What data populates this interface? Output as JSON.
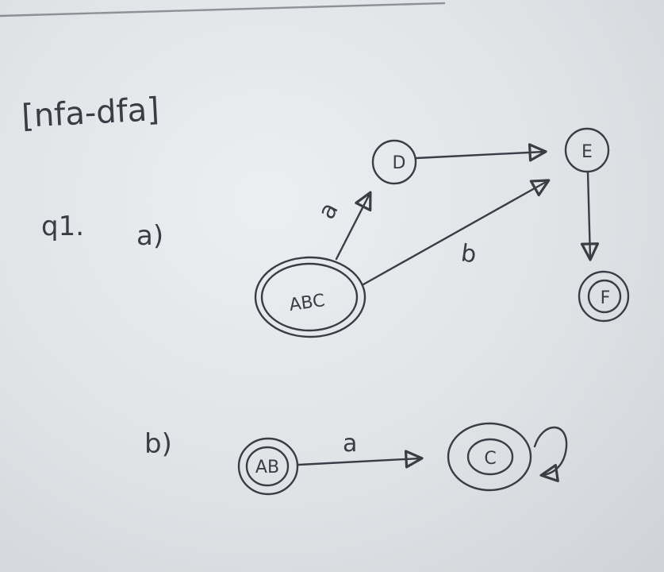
{
  "title": "[nfa-dfa]",
  "question": "q1.",
  "part_a": {
    "label": "a)",
    "states": {
      "ABC": "ABC",
      "D": "D",
      "E": "E",
      "F": "F"
    },
    "edges": {
      "abc_d": "a",
      "abc_e": "b"
    }
  },
  "part_b": {
    "label": "b)",
    "states": {
      "AB": "AB",
      "C": "C"
    },
    "edges": {
      "ab_c": "a"
    }
  },
  "colors": {
    "ink": "#3a3d45",
    "paper": "#e6e8eb"
  }
}
